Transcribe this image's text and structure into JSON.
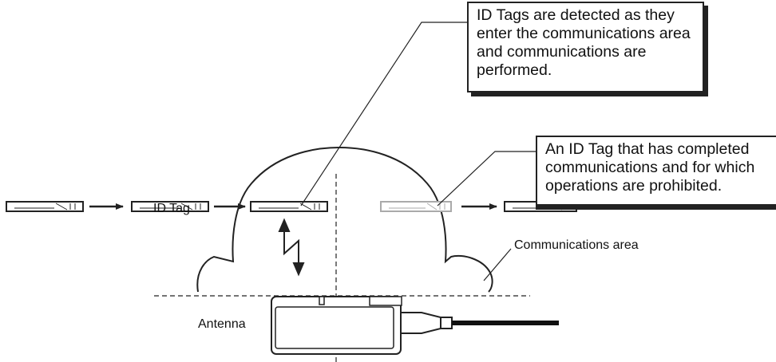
{
  "callouts": {
    "detected": "ID Tags are detected as they enter the communications area and communications are performed.",
    "prohibited": "An ID Tag that has completed communications and for which operations are prohibited."
  },
  "labels": {
    "id_tag": "ID Tag",
    "communications_area": "Communications area",
    "antenna": "Antenna"
  },
  "colors": {
    "line": "#222222",
    "inactive_tag": "#aaaaaa"
  }
}
